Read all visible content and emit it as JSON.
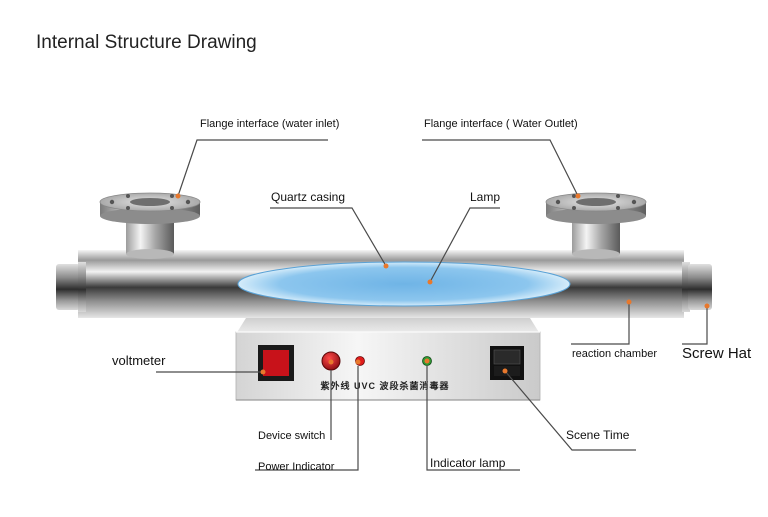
{
  "title": "Internal Structure Drawing",
  "panel_text": "紫外线 UVC 波段杀菌消毒器",
  "labels": {
    "flange_inlet": "Flange interface (water inlet)",
    "flange_outlet": "Flange interface ( Water Outlet)",
    "quartz_casing": "Quartz casing",
    "lamp": "Lamp",
    "voltmeter": "voltmeter",
    "reaction_chamber": "reaction chamber",
    "screw_hat": "Screw Hat",
    "device_switch": "Device switch",
    "power_indicator": "Power Indicator",
    "indicator_lamp": "Indicator lamp",
    "scene_time": "Scene Time"
  },
  "colors": {
    "leader_line": "#4a4a4a",
    "marker_dot": "#e8782c",
    "lamp_glow": "#7fbfe8",
    "switch_red": "#c0141a",
    "indicator_green": "#2a8a30"
  }
}
